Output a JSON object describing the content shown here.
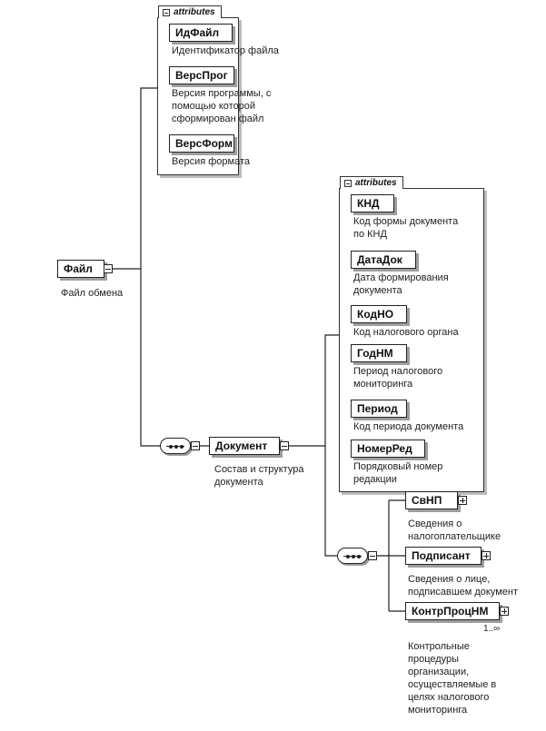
{
  "root": {
    "name": "Файл",
    "description": "Файл обмена"
  },
  "file_attributes": {
    "header": "attributes",
    "items": [
      {
        "name": "ИдФайл",
        "description": [
          "Идентификатор файла"
        ]
      },
      {
        "name": "ВерсПрог",
        "description": [
          "Версия программы, с",
          "помощью которой",
          "сформирован файл"
        ]
      },
      {
        "name": "ВерсФорм",
        "description": [
          "Версия формата"
        ]
      }
    ]
  },
  "document": {
    "name": "Документ",
    "description": [
      "Состав и структура",
      "документа"
    ]
  },
  "document_attributes": {
    "header": "attributes",
    "items": [
      {
        "name": "КНД",
        "description": [
          "Код формы документа",
          "по КНД"
        ]
      },
      {
        "name": "ДатаДок",
        "description": [
          "Дата формирования",
          "документа"
        ]
      },
      {
        "name": "КодНО",
        "description": [
          "Код налогового органа"
        ]
      },
      {
        "name": "ГодНМ",
        "description": [
          "Период налогового",
          "мониторинга"
        ]
      },
      {
        "name": "Период",
        "description": [
          "Код периода документа"
        ]
      },
      {
        "name": "НомерРед",
        "description": [
          "Порядковый номер",
          "редакции"
        ]
      }
    ]
  },
  "children": [
    {
      "name": "СвНП",
      "description": [
        "Сведения о",
        "налогоплательщике"
      ]
    },
    {
      "name": "Подписант",
      "description": [
        "Сведения о лице,",
        "подписавшем документ"
      ]
    },
    {
      "name": "КонтрПроцНМ",
      "description": [
        "Контрольные",
        "процедуры",
        "организации,",
        "осуществляемые в",
        "целях налогового",
        "мониторинга"
      ],
      "cardinality": "1..∞"
    }
  ]
}
